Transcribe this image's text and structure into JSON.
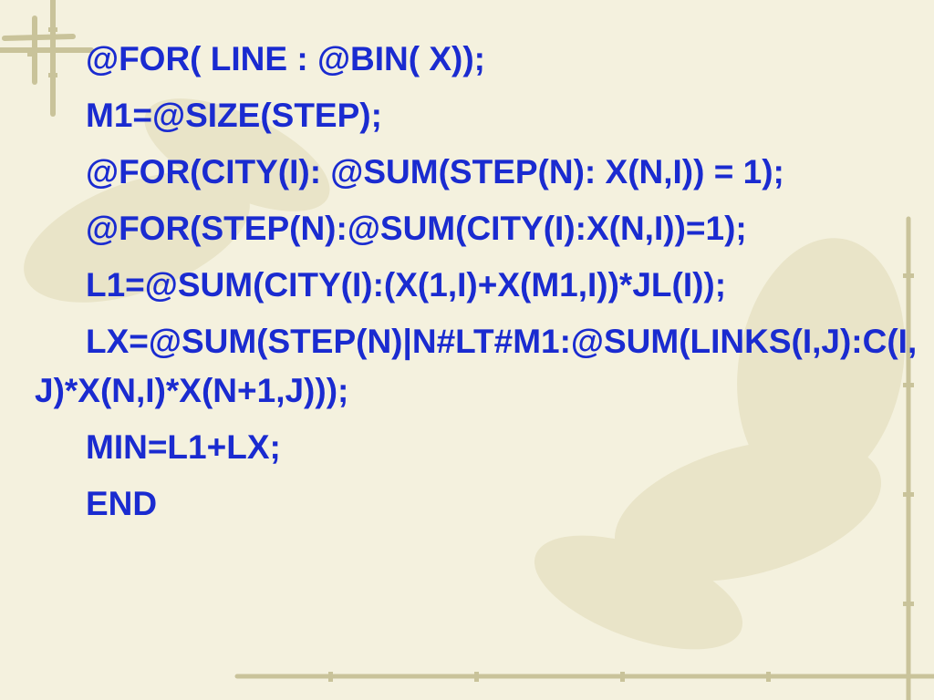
{
  "slide": {
    "lines": [
      "@FOR( LINE : @BIN( X));",
      "M1=@SIZE(STEP);",
      "@FOR(CITY(I): @SUM(STEP(N): X(N,I)) = 1);",
      "@FOR(STEP(N):@SUM(CITY(I):X(N,I))=1);",
      "L1=@SUM(CITY(I):(X(1,I)+X(M1,I))*JL(I));",
      "LX=@SUM(STEP(N)|N#LT#M1:@SUM(LINKS(I,J):C(I,J)*X(N,I)*X(N+1,J)));",
      "MIN=L1+LX;",
      "END"
    ],
    "text_color": "#1a2bd0",
    "background_color": "#f4f1de",
    "decor_color": "#c9c39a"
  }
}
